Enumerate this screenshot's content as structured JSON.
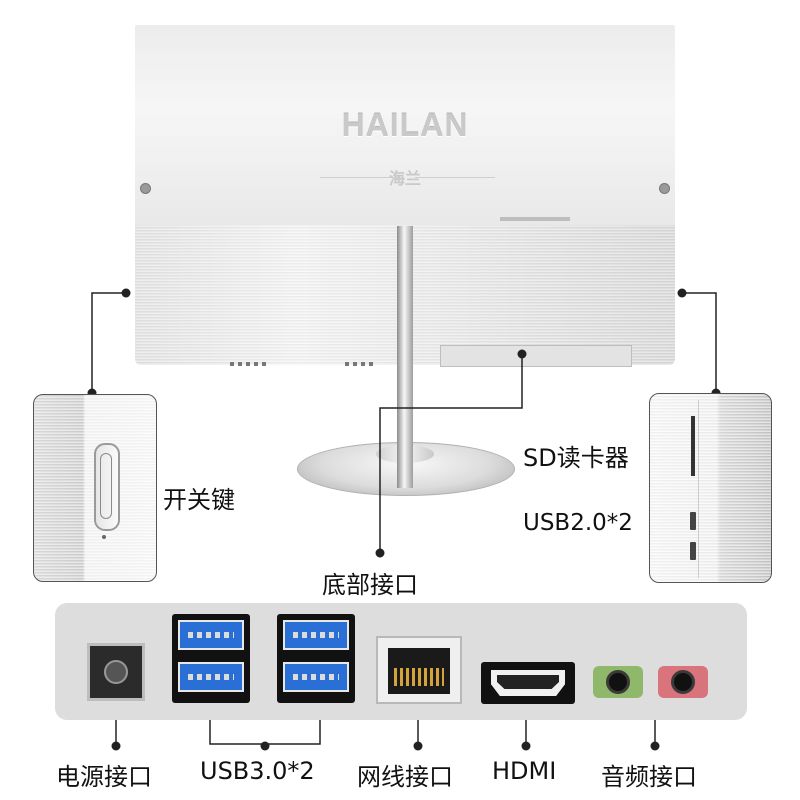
{
  "brand": {
    "logo_text": "HAILAN",
    "sub_text": "海兰"
  },
  "callouts": {
    "power_button": "开关键",
    "sd_reader": "SD读卡器",
    "usb2": "USB2.0*2",
    "bottom_ports": "底部接口"
  },
  "ports": {
    "power": "电源接口",
    "usb3": "USB3.0*2",
    "network": "网线接口",
    "hdmi": "HDMI",
    "audio": "音频接口"
  },
  "colors": {
    "usb3_blue": "#2a6fd6",
    "audio_green": "#8fb86a",
    "audio_pink": "#d9747c",
    "strip_gray": "#dddddd"
  }
}
